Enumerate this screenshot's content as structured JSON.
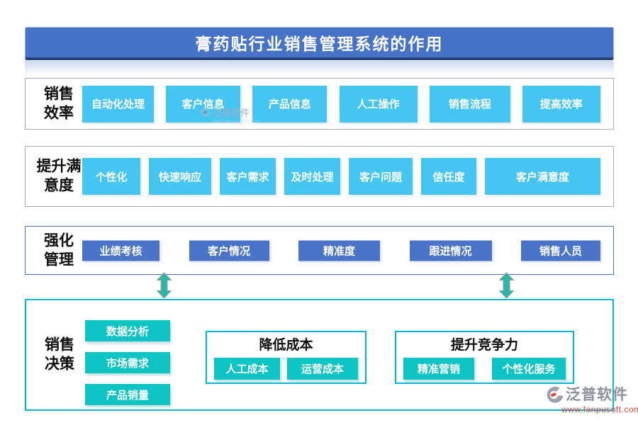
{
  "header": {
    "title": "膏药贴行业销售管理系统的作用"
  },
  "sections": {
    "efficiency": {
      "label_line1": "销售",
      "label_line2": "效率",
      "items": [
        "自动化处理",
        "客户信息",
        "产品信息",
        "人工操作",
        "销售流程",
        "提高效率"
      ]
    },
    "satisfaction": {
      "label_line1": "提升满",
      "label_line2": "意度",
      "items": [
        "个性化",
        "快速响应",
        "客户需求",
        "及时处理",
        "客户问题",
        "信任度",
        "客户满意度"
      ]
    },
    "management": {
      "label_line1": "强化",
      "label_line2": "管理",
      "items": [
        "业绩考核",
        "客户情况",
        "精准度",
        "跟进情况",
        "销售人员"
      ]
    },
    "decision": {
      "label_line1": "销售",
      "label_line2": "决策",
      "items": [
        "数据分析",
        "市场需求",
        "产品销量"
      ],
      "cost_box": {
        "title": "降低成本",
        "items": [
          "人工成本",
          "运营成本"
        ]
      },
      "competition_box": {
        "title": "提升竞争力",
        "items": [
          "精准营销",
          "个性化服务"
        ]
      }
    }
  },
  "watermark": {
    "brand": "泛普软件",
    "url": "www.fanpusoft.com"
  },
  "colors": {
    "title_bar": "#4673c8",
    "title_bar_edge": "#24417c",
    "chip_skyblue": "#45c6f2",
    "chip_blue": "#4a74c8",
    "chip_teal": "#0dc4c4",
    "border_gray": "#ababab",
    "border_blue": "#4a73c2",
    "border_cyan": "#00b9d8",
    "arrow_teal": "#2cb6aa",
    "watermark_gray": "#8b919c",
    "watermark_red": "#e2483b"
  }
}
